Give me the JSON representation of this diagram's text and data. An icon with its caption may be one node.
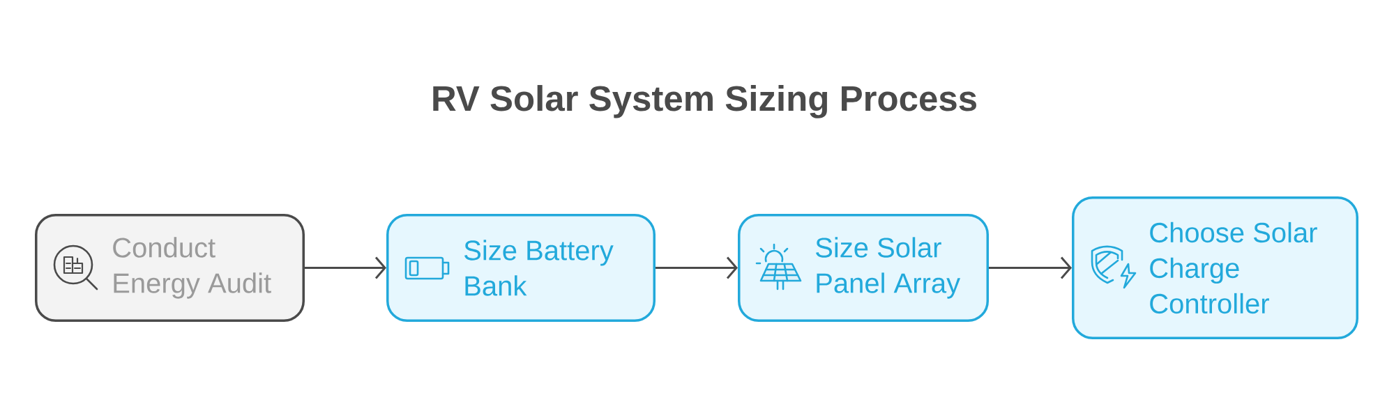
{
  "diagram": {
    "title": "RV Solar System Sizing Process",
    "nodes": [
      {
        "text": [
          "Conduct Energy Audit"
        ]
      },
      {
        "text": [
          "Size Battery Bank"
        ]
      },
      {
        "text": [
          "Size Solar Panel Array"
        ]
      },
      {
        "text": [
          "Choose Solar Charge Controller"
        ]
      }
    ],
    "edges": [
      {
        "from": 0,
        "to": 1,
        "arrow": "to"
      },
      {
        "from": 1,
        "to": 2,
        "arrow": "to"
      },
      {
        "from": 2,
        "to": 3,
        "arrow": "to"
      }
    ]
  }
}
